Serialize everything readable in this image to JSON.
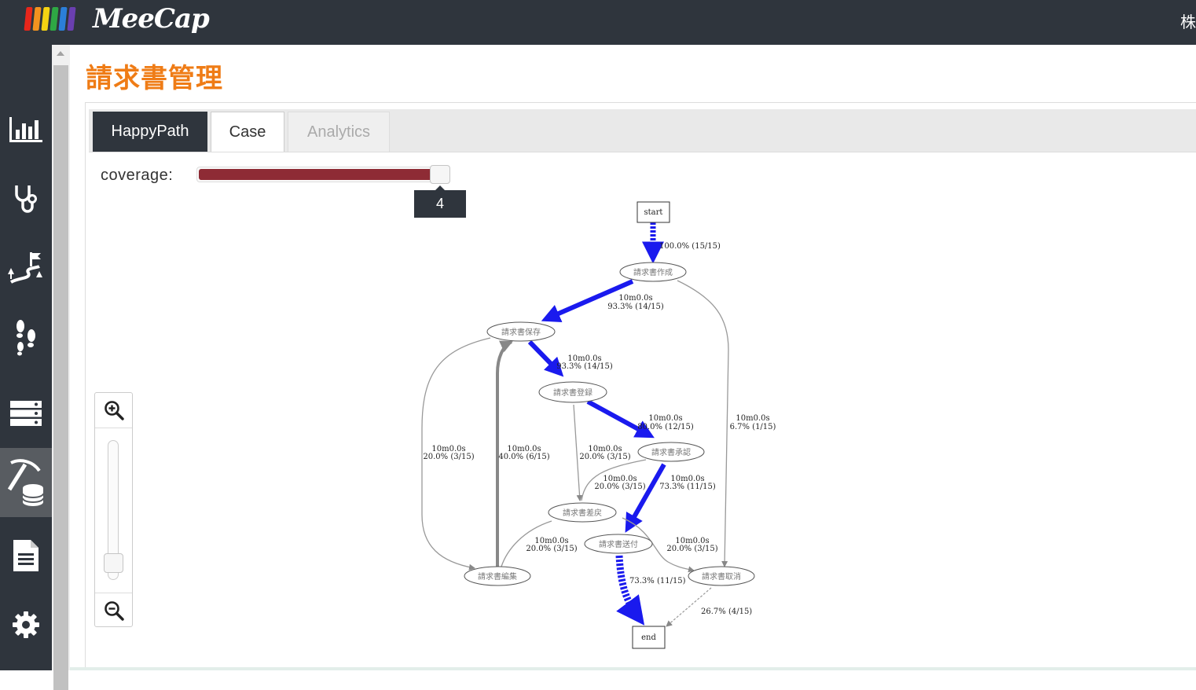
{
  "app": {
    "logo_text": "MeeCap",
    "logo_colors": [
      "#e8261b",
      "#f3921f",
      "#f5d312",
      "#2ea844",
      "#2b7fd9",
      "#6a3fb0"
    ],
    "top_right_text": "株"
  },
  "sidebar": {
    "items": [
      {
        "icon": "bar-chart-icon"
      },
      {
        "icon": "stethoscope-icon"
      },
      {
        "icon": "path-goal-icon"
      },
      {
        "icon": "footsteps-icon"
      },
      {
        "icon": "list-table-icon"
      },
      {
        "icon": "pickaxe-database-icon",
        "active": true
      },
      {
        "icon": "document-icon"
      },
      {
        "icon": "gear-icon"
      }
    ]
  },
  "page": {
    "title": "請求書管理"
  },
  "tabs": [
    {
      "label": "HappyPath",
      "state": "active"
    },
    {
      "label": "Case",
      "state": "normal"
    },
    {
      "label": "Analytics",
      "state": "disabled"
    }
  ],
  "coverage": {
    "label": "coverage:",
    "value": "4",
    "fill_fraction": 1.0
  },
  "zoom": {
    "in_icon": "zoom-in-icon",
    "out_icon": "zoom-out-icon",
    "level_fraction": 0.1
  },
  "graph": {
    "nodes": {
      "start": "start",
      "create": "請求書作成",
      "save": "請求書保存",
      "register": "請求書登録",
      "approve": "請求書承認",
      "return": "請求書差戻",
      "send": "請求書送付",
      "edit": "請求書編集",
      "cancel": "請求書取消",
      "end": "end"
    },
    "edges": {
      "start_create": "100.0% (15/15)",
      "create_save_time": "10m0.0s",
      "create_save_pct": "93.3% (14/15)",
      "save_register_time": "10m0.0s",
      "save_register_pct": "93.3% (14/15)",
      "register_approve_time": "10m0.0s",
      "register_approve_pct": "80.0% (12/15)",
      "create_cancel_time": "10m0.0s",
      "create_cancel_pct": "6.7% (1/15)",
      "save_edit_time": "10m0.0s",
      "save_edit_pct": "20.0% (3/15)",
      "edit_save_time": "10m0.0s",
      "edit_save_pct": "40.0% (6/15)",
      "register_return_time": "10m0.0s",
      "register_return_pct": "20.0% (3/15)",
      "approve_return_time": "10m0.0s",
      "approve_return_pct": "20.0% (3/15)",
      "approve_send_time": "10m0.0s",
      "approve_send_pct": "73.3% (11/15)",
      "return_edit_time": "10m0.0s",
      "return_edit_pct": "20.0% (3/15)",
      "return_cancel_time": "10m0.0s",
      "return_cancel_pct": "20.0% (3/15)",
      "send_end": "73.3% (11/15)",
      "cancel_end": "26.7% (4/15)"
    }
  }
}
